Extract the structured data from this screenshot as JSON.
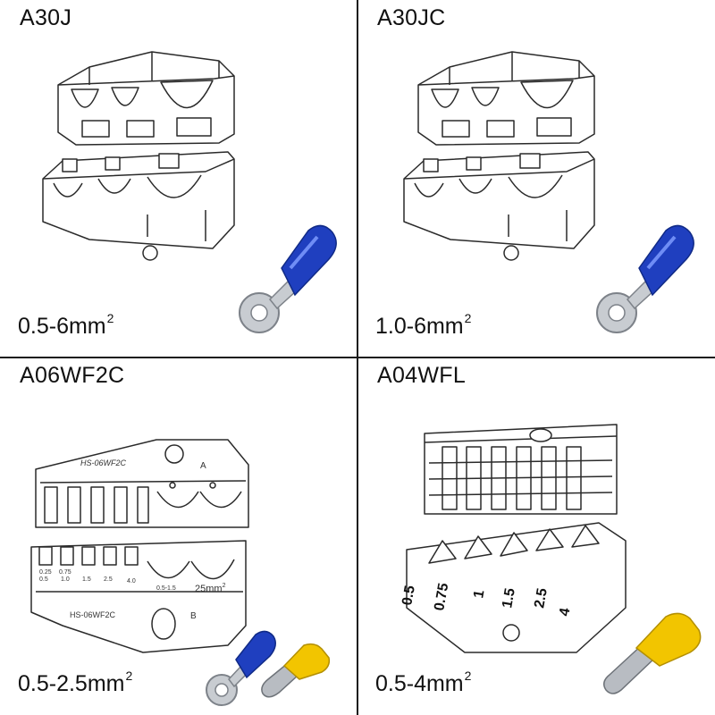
{
  "panels": [
    {
      "model": "A30J",
      "range": "0.5-6mm",
      "sup": "2"
    },
    {
      "model": "A30JC",
      "range": "1.0-6mm",
      "sup": "2"
    },
    {
      "model": "A06WF2C",
      "range": "0.5-2.5mm",
      "sup": "2",
      "die_top_label": "HS-06WF2C",
      "die_top_mark": "A",
      "die_bottom_label": "HS-06WF2C",
      "die_bottom_mark": "B",
      "sizes": [
        "0.25\n0.5",
        "0.75\n1.0",
        "1.5",
        "2.5",
        "4.0",
        "0.5-1.5",
        "25mm"
      ],
      "size_25": "25mm",
      "size_25_sup": "2"
    },
    {
      "model": "A04WFL",
      "range": "0.5-4mm",
      "sup": "2",
      "sizes": [
        "0.5",
        "0.75",
        "1",
        "1.5",
        "2.5",
        "4"
      ]
    }
  ],
  "colors": {
    "terminal_blue": "#1f3fbf",
    "ferrule_yellow": "#f2c500",
    "metal": "#b8bcc2",
    "line": "#2a2a2a"
  },
  "icons": [
    "crimp-die-illustration",
    "ring-terminal-icon",
    "ferrule-icon"
  ]
}
